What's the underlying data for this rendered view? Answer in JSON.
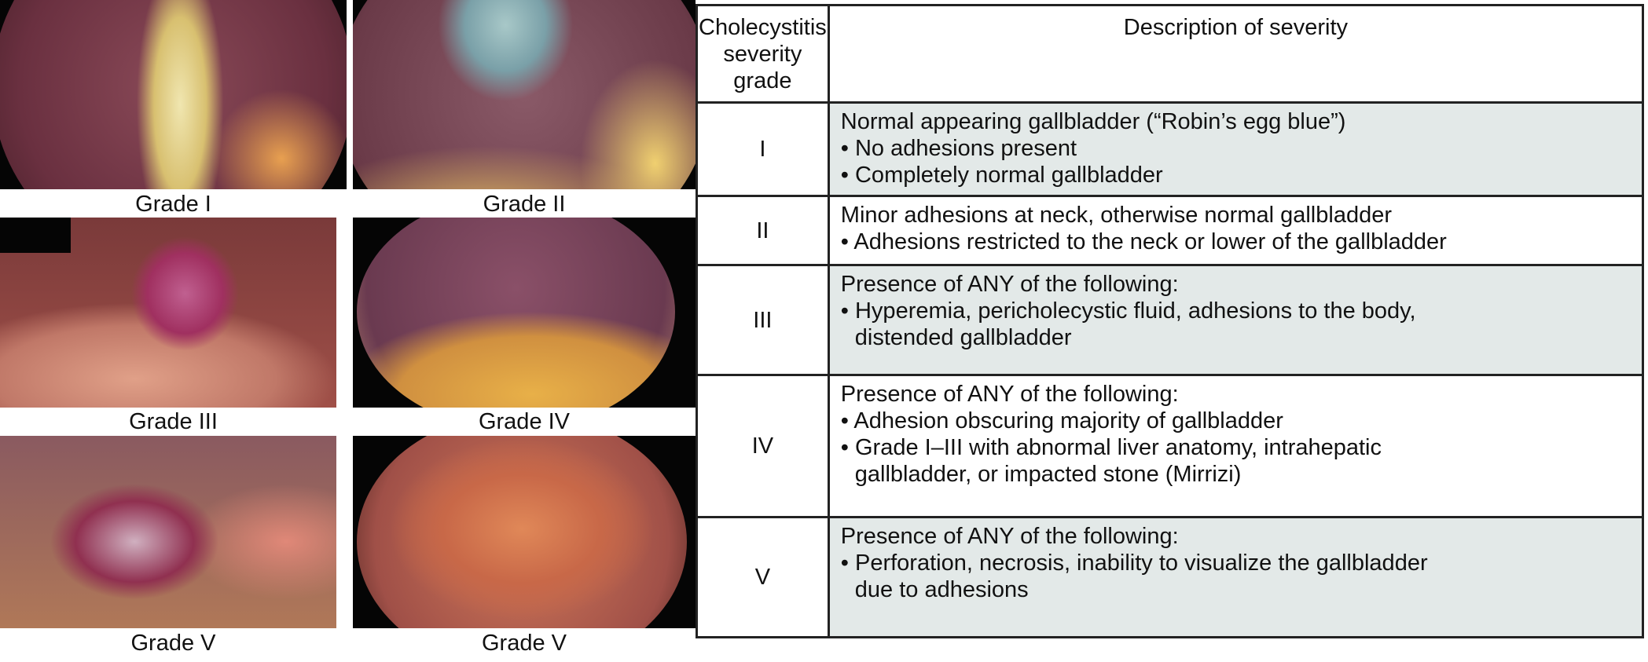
{
  "figure": {
    "photos": [
      {
        "caption": "Grade I"
      },
      {
        "caption": "Grade II"
      },
      {
        "caption": "Grade III"
      },
      {
        "caption": "Grade IV"
      },
      {
        "caption": "Grade V"
      },
      {
        "caption": "Grade V"
      }
    ],
    "table": {
      "header": {
        "grade": "Cholecystitis severity grade",
        "description": "Description of severity"
      },
      "rows": [
        {
          "grade": "I",
          "lines": [
            "Normal appearing gallbladder (“Robin’s egg blue”)",
            "• No adhesions present",
            "• Completely normal gallbladder"
          ]
        },
        {
          "grade": "II",
          "lines": [
            "Minor adhesions at neck, otherwise normal gallbladder",
            "• Adhesions restricted to the neck or lower of the gallbladder"
          ]
        },
        {
          "grade": "III",
          "lines": [
            "Presence of ANY of the following:",
            "• Hyperemia, pericholecystic fluid, adhesions to the body,",
            "distended gallbladder"
          ]
        },
        {
          "grade": "IV",
          "lines": [
            "Presence of ANY of the following:",
            "• Adhesion obscuring majority of gallbladder",
            "• Grade I–III with abnormal liver anatomy, intrahepatic",
            "gallbladder, or  impacted stone (Mirrizi)"
          ]
        },
        {
          "grade": "V",
          "lines": [
            "Presence of ANY of the following:",
            "• Perforation, necrosis, inability to visualize the gallbladder",
            "due to adhesions"
          ]
        }
      ]
    },
    "colors": {
      "shade": "#e3e9e8",
      "border": "#222222"
    }
  }
}
